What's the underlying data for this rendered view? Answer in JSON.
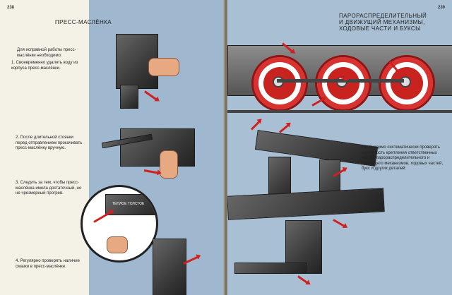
{
  "left_page": {
    "page_number": "238",
    "title": "ПРЕСС-МАСЛЁНКА",
    "intro": "Для исправной работы пресс-маслёнки необходимо:",
    "items": [
      "1. Своевременно удалять воду из корпуса пресс-маслёнки.",
      "2. После длительной стоянки перед отправлением прокачивать пресс-маслёнку вручную.",
      "3. Следить за тем, чтобы пресс-маслёнка имела достаточный, но не чрезмерный прогрев.",
      "4. Регулярно проверять наличие смазки в пресс-маслёнке."
    ],
    "label_plate": "ТЕПЛОЕ ТОЛСТОЕ"
  },
  "right_page": {
    "page_number": "239",
    "title_lines": [
      "ПАРОРАСПРЕДЕЛИТЕЛЬНЫЙ",
      "И ДВИЖУЩИЙ МЕХАНИЗМЫ,",
      "ХОДОВЫЕ ЧАСТИ И БУКСЫ"
    ],
    "body": "Необходимо систематически проверять надёжность крепления ответственных частей парораспределительного и движущего механизмов, ходовых частей, букс и других деталей."
  }
}
